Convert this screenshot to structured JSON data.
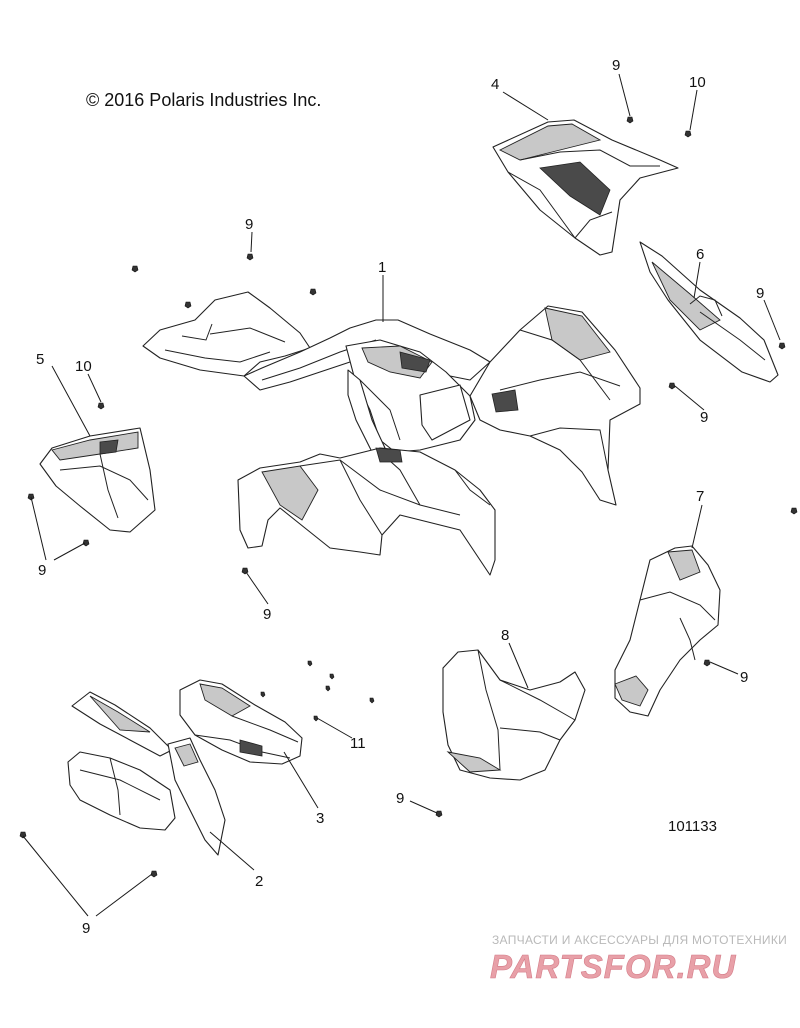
{
  "header": {
    "copyright": "© 2016 Polaris Industries Inc."
  },
  "footer": {
    "diagram_id": "101133"
  },
  "watermark": {
    "caption": "ЗАПЧАСТИ И АКСЕССУАРЫ ДЛЯ МОТОТЕХНИКИ",
    "logo_text": "PARTSFOR.RU",
    "logo_color": "#e8a0a8"
  },
  "callouts": [
    {
      "id": "c1",
      "label": "1"
    },
    {
      "id": "c2",
      "label": "2"
    },
    {
      "id": "c3",
      "label": "3"
    },
    {
      "id": "c4",
      "label": "4"
    },
    {
      "id": "c5",
      "label": "5"
    },
    {
      "id": "c6",
      "label": "6"
    },
    {
      "id": "c7",
      "label": "7"
    },
    {
      "id": "c8",
      "label": "8"
    },
    {
      "id": "c9a",
      "label": "9"
    },
    {
      "id": "c9b",
      "label": "9"
    },
    {
      "id": "c9c",
      "label": "9"
    },
    {
      "id": "c9d",
      "label": "9"
    },
    {
      "id": "c9e",
      "label": "9"
    },
    {
      "id": "c9f",
      "label": "9"
    },
    {
      "id": "c9g",
      "label": "9"
    },
    {
      "id": "c9h",
      "label": "9"
    },
    {
      "id": "c9i",
      "label": "9"
    },
    {
      "id": "c10a",
      "label": "10"
    },
    {
      "id": "c10b",
      "label": "10"
    },
    {
      "id": "c11",
      "label": "11"
    }
  ]
}
